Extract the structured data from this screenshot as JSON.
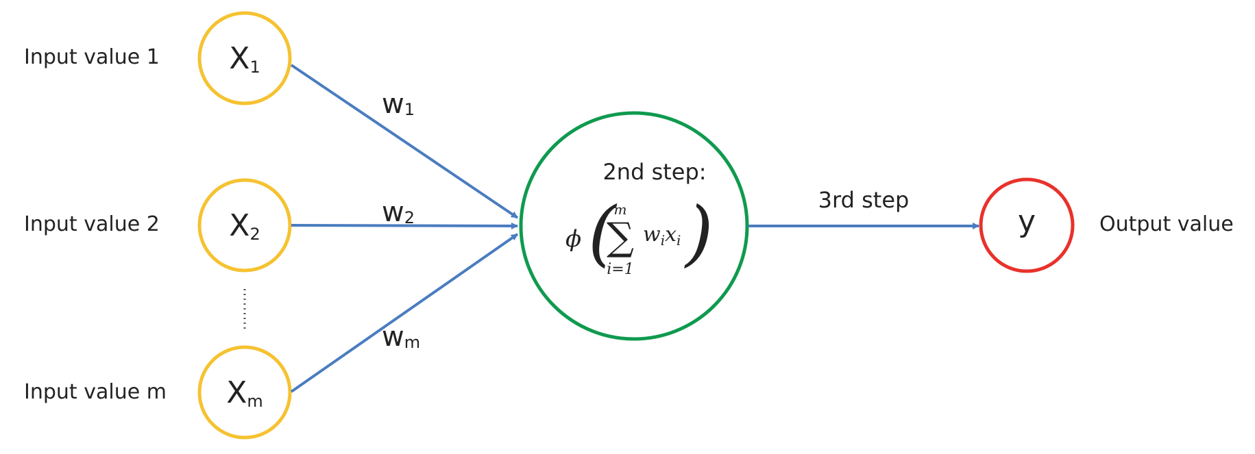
{
  "colors": {
    "input_node_stroke": "#F5C231",
    "neuron_stroke": "#0F9A4F",
    "output_node_stroke": "#E8322B",
    "arrow": "#4A7CC0",
    "text": "#222222"
  },
  "inputs": [
    {
      "label": "Input value 1",
      "var": "X",
      "sub": "1"
    },
    {
      "label": "Input value 2",
      "var": "X",
      "sub": "2"
    },
    {
      "label": "Input value m",
      "var": "X",
      "sub": "m"
    }
  ],
  "weights": [
    {
      "var": "w",
      "sub": "1"
    },
    {
      "var": "w",
      "sub": "2"
    },
    {
      "var": "w",
      "sub": "m"
    }
  ],
  "neuron": {
    "step_label": "2nd step:",
    "formula": {
      "phi": "ϕ",
      "sum_symbol": "∑",
      "upper_limit": "m",
      "lower_limit": "i=1",
      "term_w": "w",
      "term_w_sub": "i",
      "term_x": "x",
      "term_x_sub": "i",
      "paren_open": "(",
      "paren_close": ")"
    }
  },
  "output": {
    "step_label": "3rd step",
    "node_label": "y",
    "label": "Output value"
  }
}
